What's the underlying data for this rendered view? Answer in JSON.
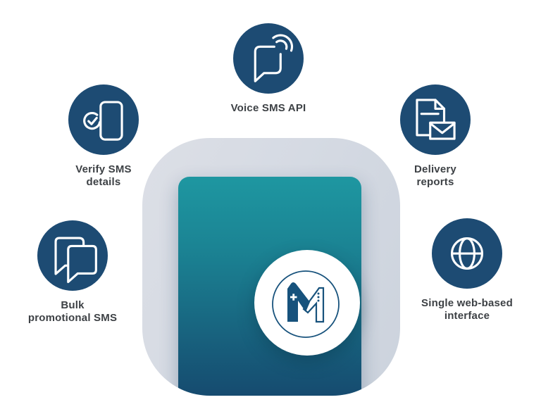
{
  "colors": {
    "navy_circle": "#1d4b73",
    "logo_navy": "#17527c",
    "card_teal_top": "#1e97a1",
    "card_navy_bottom": "#15466c",
    "blob_light": "#dcdfe6",
    "blob_dark": "#ccd3dd",
    "label_text": "#3d4145",
    "icon_stroke": "#ffffff"
  },
  "center": {
    "logo_icon": "m-monogram-logo",
    "monogram": "M"
  },
  "features": [
    {
      "id": "voice-sms-api",
      "icon": "voice-sms-speech-bubble-icon",
      "label_lines": [
        "Voice SMS API"
      ]
    },
    {
      "id": "verify-sms-details",
      "icon": "phone-check-icon",
      "label_lines": [
        "Verify SMS",
        "details"
      ]
    },
    {
      "id": "delivery-reports",
      "icon": "document-envelope-icon",
      "label_lines": [
        "Delivery",
        "reports"
      ]
    },
    {
      "id": "bulk-promotional-sms",
      "icon": "chat-bubbles-icon",
      "label_lines": [
        "Bulk",
        "promotional SMS"
      ]
    },
    {
      "id": "single-web-interface",
      "icon": "globe-icon",
      "label_lines": [
        "Single web-based",
        "interface"
      ]
    }
  ]
}
